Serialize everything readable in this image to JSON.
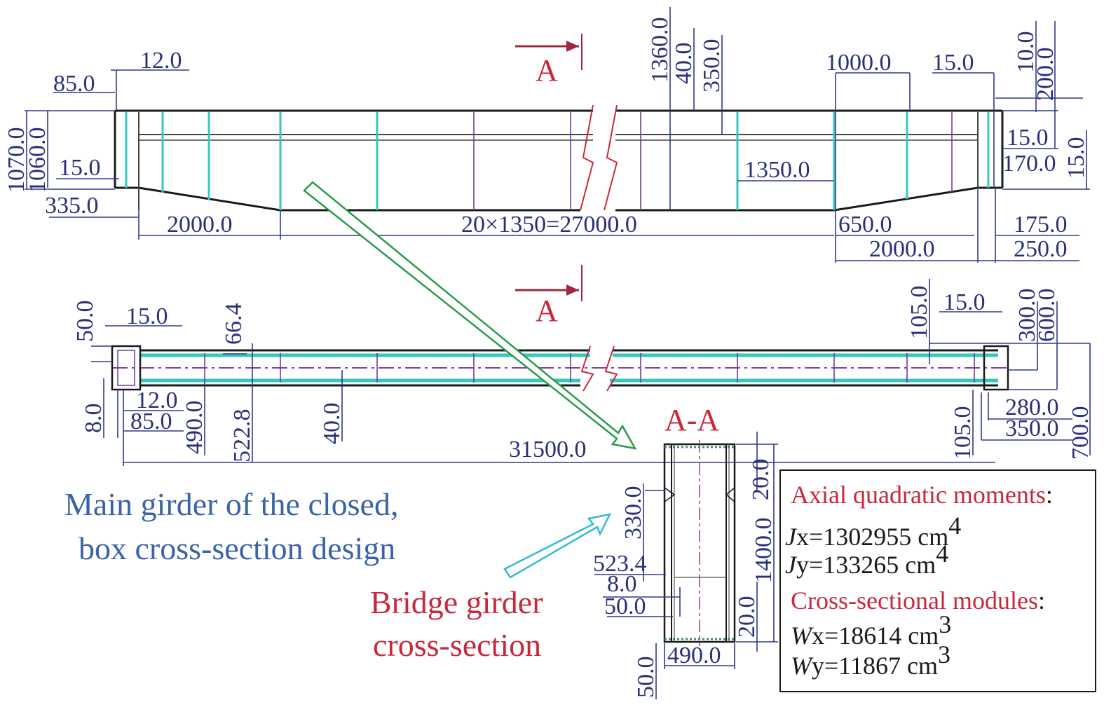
{
  "section_marks": {
    "a1": "A",
    "a2": "A",
    "aa": "A-A"
  },
  "top_view": {
    "d_12": "12.0",
    "d_85": "85.0",
    "d_1070": "1070.0",
    "d_1060": "1060.0",
    "d_15_left": "15.0",
    "d_335": "335.0",
    "d_2000_left": "2000.0",
    "d_span": "20×1350=27000.0",
    "d_1360": "1360.0",
    "d_40": "40.0",
    "d_350": "350.0",
    "d_1000": "1000.0",
    "d_1350": "1350.0",
    "d_15_right": "15.0",
    "d_10": "10.0",
    "d_200": "200.0",
    "d_15_r2": "15.0",
    "d_170": "170.0",
    "d_15_r3": "15.0",
    "d_650": "650.0",
    "d_2000_right": "2000.0",
    "d_175": "175.0",
    "d_250": "250.0"
  },
  "plan_view": {
    "d_50": "50.0",
    "d_15": "15.0",
    "d_66_4": "66.4",
    "d_8": "8.0",
    "d_12": "12.0",
    "d_85": "85.0",
    "d_490": "490.0",
    "d_522_8": "522.8",
    "d_40": "40.0",
    "d_31500": "31500.0",
    "d_105_top": "105.0",
    "d_15_right": "15.0",
    "d_300": "300.0",
    "d_600": "600.0",
    "d_105_bottom": "105.0",
    "d_280": "280.0",
    "d_350": "350.0",
    "d_700": "700.0"
  },
  "cross_section": {
    "d_20_top": "20.0",
    "d_330": "330.0",
    "d_1400": "1400.0",
    "d_523_4": "523.4",
    "d_8": "8.0",
    "d_50": "50.0",
    "d_20_bottom": "20.0",
    "d_50_bottom": "50.0",
    "d_490": "490.0"
  },
  "captions": {
    "main_line1": "Main girder of the closed,",
    "main_line2": "box cross-section design",
    "bridge_line1": "Bridge girder",
    "bridge_line2": "cross-section"
  },
  "properties": {
    "axial_title": "Axial quadratic moments",
    "colon": ":",
    "jx_sym": "J",
    "jx_sub": "x",
    "jx_val": "=1302955 cm",
    "jx_exp": "4",
    "jy_sym": "J",
    "jy_sub": "y",
    "jy_val": "=133265 cm",
    "jy_exp": "4",
    "modules_title": "Cross-sectional modules",
    "wx_sym": "W",
    "wx_sub": "x",
    "wx_val": "=18614 cm",
    "wx_exp": "3",
    "wy_sym": "W",
    "wy_sub": "y",
    "wy_val": "=11867 cm",
    "wy_exp": "3"
  },
  "colors": {
    "dimension": "#2a2f7a",
    "section": "#c8283c",
    "caption_blue": "#3a63a8",
    "stiffener": "#35c7c0",
    "axis": "#6e3f95",
    "arrow_green": "#2a9a4a",
    "arrow_cyan": "#35b8d8"
  }
}
